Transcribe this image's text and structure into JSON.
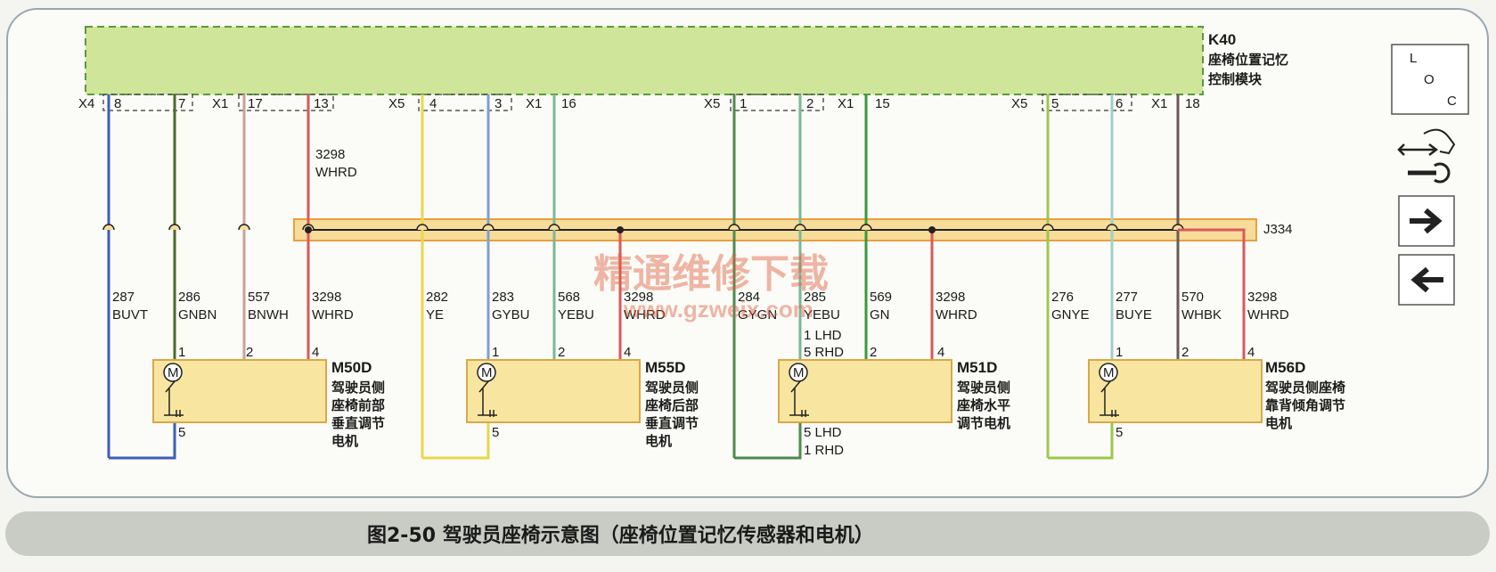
{
  "module": {
    "code": "K40",
    "name_line1": "座椅位置记忆",
    "name_line2": "控制模块"
  },
  "connectors": [
    {
      "label": "X4",
      "pins": [
        "8",
        "7"
      ]
    },
    {
      "label": "X1",
      "pins": [
        "17",
        "13"
      ]
    },
    {
      "label": "X5",
      "pins": [
        "4",
        "3"
      ]
    },
    {
      "label": "X1",
      "pins": [
        "16"
      ]
    },
    {
      "label": "X5",
      "pins": [
        "1",
        "2"
      ]
    },
    {
      "label": "X1",
      "pins": [
        "15"
      ]
    },
    {
      "label": "X5",
      "pins": [
        "5",
        "6"
      ]
    },
    {
      "label": "X1",
      "pins": [
        "18"
      ]
    }
  ],
  "upper_wire": {
    "circuit": "3298",
    "color": "WHRD"
  },
  "splice": "J334",
  "wires": [
    {
      "circuit": "287",
      "color": "BUVT",
      "hex": "#3d5db8"
    },
    {
      "circuit": "286",
      "color": "GNBN",
      "hex": "#4a6b2a"
    },
    {
      "circuit": "557",
      "color": "BNWH",
      "hex": "#caa29a"
    },
    {
      "circuit": "3298",
      "color": "WHRD",
      "hex": "#d85a5a"
    },
    {
      "circuit": "282",
      "color": "YE",
      "hex": "#e8d84a"
    },
    {
      "circuit": "283",
      "color": "GYBU",
      "hex": "#7f9fcf"
    },
    {
      "circuit": "568",
      "color": "YEBU",
      "hex": "#79b896"
    },
    {
      "circuit": "3298",
      "color": "WHRD",
      "hex": "#d85a5a"
    },
    {
      "circuit": "284",
      "color": "GYGN",
      "hex": "#4f8a4f"
    },
    {
      "circuit": "285",
      "color": "YEBU",
      "hex": "#79b896"
    },
    {
      "circuit": "569",
      "color": "GN",
      "hex": "#3a9a3a"
    },
    {
      "circuit": "3298",
      "color": "WHRD",
      "hex": "#d85a5a"
    },
    {
      "circuit": "276",
      "color": "GNYE",
      "hex": "#9cc84c"
    },
    {
      "circuit": "277",
      "color": "BUYE",
      "hex": "#9fd0c6"
    },
    {
      "circuit": "570",
      "color": "WHBK",
      "hex": "#6a5a5a"
    },
    {
      "circuit": "3298",
      "color": "WHRD",
      "hex": "#d85a5a"
    }
  ],
  "motors": [
    {
      "code": "M50D",
      "desc": [
        "驾驶员侧",
        "座椅前部",
        "垂直调节",
        "电机"
      ],
      "pins": [
        "1",
        "2",
        "4",
        "5"
      ]
    },
    {
      "code": "M55D",
      "desc": [
        "驾驶员侧",
        "座椅后部",
        "垂直调节",
        "电机"
      ],
      "pins": [
        "1",
        "2",
        "4",
        "5"
      ]
    },
    {
      "code": "M51D",
      "desc": [
        "驾驶员侧",
        "座椅水平",
        "调节电机"
      ],
      "pins": [
        "1 LHD",
        "5 RHD",
        "2",
        "4",
        "5 LHD",
        "1 RHD"
      ]
    },
    {
      "code": "M56D",
      "desc": [
        "驾驶员侧座椅",
        "靠背倾角调节",
        "电机"
      ],
      "pins": [
        "1",
        "2",
        "4",
        "5"
      ]
    }
  ],
  "motor_symbol": "M",
  "loc_box": {
    "l": "L",
    "o": "O",
    "c": "C"
  },
  "side_icons": [
    "connector-icon",
    "wrench-icon",
    "arrow-right-icon",
    "arrow-left-icon"
  ],
  "watermark": {
    "cn": "精通维修下载",
    "url": "www.gzweix.com"
  },
  "caption": "图2-50  驾驶员座椅示意图（座椅位置记忆传感器和电机）",
  "colors": {
    "module_fill": "#cfe69a",
    "motor_fill": "#f8e6a0",
    "splice_fill": "#f7dc9a",
    "splice_stroke": "#e8a040"
  }
}
